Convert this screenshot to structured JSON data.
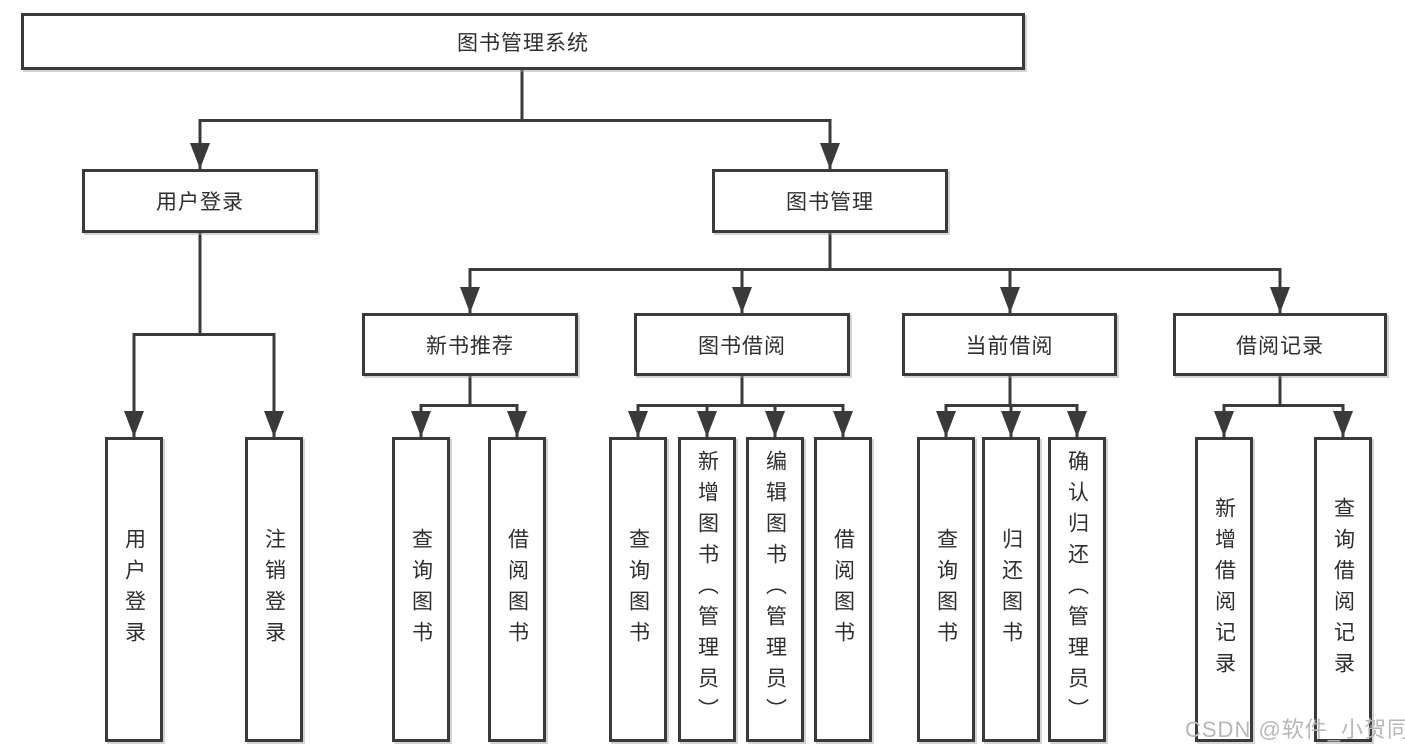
{
  "tree": {
    "label": "图书管理系统",
    "children": [
      {
        "label": "用户登录",
        "children": [
          {
            "label": "用户登录"
          },
          {
            "label": "注销登录"
          }
        ]
      },
      {
        "label": "图书管理",
        "children": [
          {
            "label": "新书推荐",
            "children": [
              {
                "label": "查询图书"
              },
              {
                "label": "借阅图书"
              }
            ]
          },
          {
            "label": "图书借阅",
            "children": [
              {
                "label": "查询图书"
              },
              {
                "label": "新增图书（管理员）"
              },
              {
                "label": "编辑图书（管理员）"
              },
              {
                "label": "借阅图书"
              }
            ]
          },
          {
            "label": "当前借阅",
            "children": [
              {
                "label": "查询图书"
              },
              {
                "label": "归还图书"
              },
              {
                "label": "确认归还（管理员）"
              }
            ]
          },
          {
            "label": "借阅记录",
            "children": [
              {
                "label": "新增借阅记录"
              },
              {
                "label": "查询借阅记录"
              }
            ]
          }
        ]
      }
    ]
  },
  "watermark": "CSDN @软件_小贺同学",
  "colors": {
    "line": "#3a3a3a",
    "box_border": "#3a3a3a",
    "text": "#2e2e2e",
    "watermark": "#b7b7b7",
    "background": "#ffffff"
  }
}
